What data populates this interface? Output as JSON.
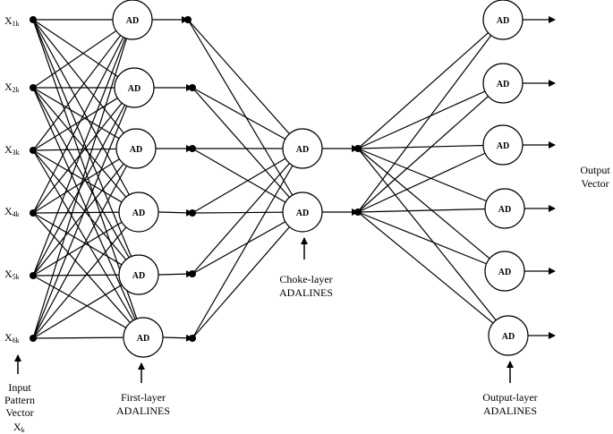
{
  "inputs": {
    "nodes": [
      {
        "main": "X",
        "sub": "1k"
      },
      {
        "main": "X",
        "sub": "2k"
      },
      {
        "main": "X",
        "sub": "3k"
      },
      {
        "main": "X",
        "sub": "4k"
      },
      {
        "main": "X",
        "sub": "5k"
      },
      {
        "main": "X",
        "sub": "6k"
      }
    ],
    "caption": [
      "Input",
      "Pattern",
      "Vector"
    ],
    "vector_symbol": {
      "main": "X",
      "sub": "k"
    }
  },
  "first_layer": {
    "node_label": "AD",
    "count": 6,
    "caption": [
      "First-layer",
      "ADALINES"
    ]
  },
  "choke_layer": {
    "node_label": "AD",
    "count": 2,
    "caption": [
      "Choke-layer",
      "ADALINES"
    ]
  },
  "output_layer": {
    "node_label": "AD",
    "count": 6,
    "caption": [
      "Output-layer",
      "ADALINES"
    ]
  },
  "output_vector_caption": [
    "Output",
    "Vector"
  ]
}
